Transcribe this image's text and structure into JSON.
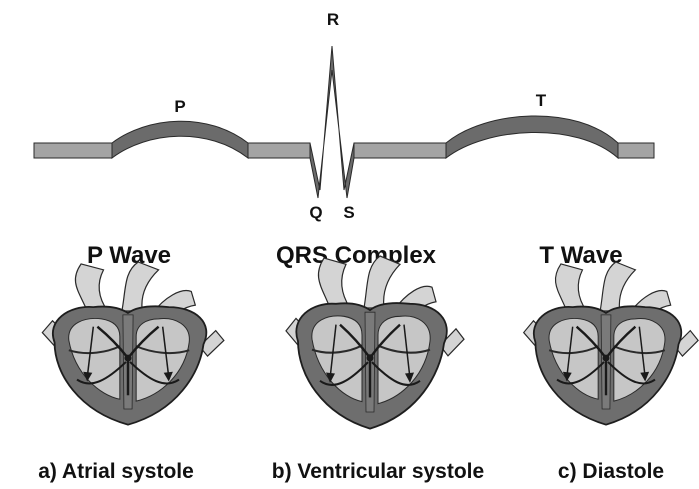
{
  "ecg": {
    "labels": {
      "p": "P",
      "q": "Q",
      "r": "R",
      "s": "S",
      "t": "T"
    }
  },
  "phases": [
    {
      "title": "P Wave",
      "caption": "a) Atrial systole"
    },
    {
      "title": "QRS Complex",
      "caption": "b) Ventricular systole"
    },
    {
      "title": "T Wave",
      "caption": "c) Diastole"
    }
  ],
  "colors": {
    "trace_fill": "#6b6b6b",
    "trace_flat": "#a4a4a4",
    "heart_wall": "#6e6e6e",
    "heart_chamber": "#c6c6c6",
    "vessel": "#d4d4d4",
    "outline": "#1e1e1e"
  }
}
